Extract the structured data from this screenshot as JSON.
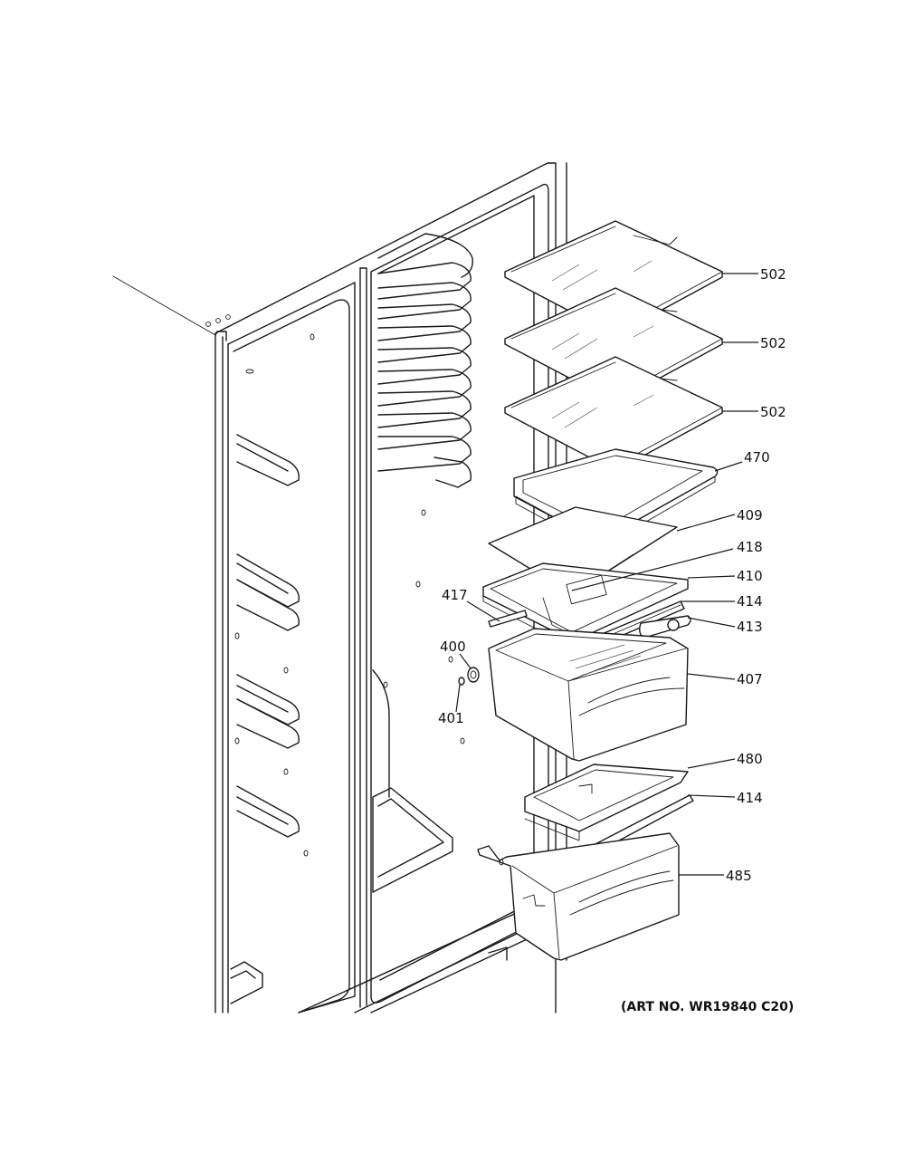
{
  "callouts": [
    {
      "id": "c1",
      "label": "502"
    },
    {
      "id": "c2",
      "label": "502"
    },
    {
      "id": "c3",
      "label": "502"
    },
    {
      "id": "c4",
      "label": "470"
    },
    {
      "id": "c5",
      "label": "409"
    },
    {
      "id": "c6",
      "label": "418"
    },
    {
      "id": "c7",
      "label": "410"
    },
    {
      "id": "c8",
      "label": "417"
    },
    {
      "id": "c9",
      "label": "414"
    },
    {
      "id": "c10",
      "label": "413"
    },
    {
      "id": "c11",
      "label": "400"
    },
    {
      "id": "c12",
      "label": "407"
    },
    {
      "id": "c13",
      "label": "401"
    },
    {
      "id": "c14",
      "label": "480"
    },
    {
      "id": "c15",
      "label": "414"
    },
    {
      "id": "c16",
      "label": "485"
    }
  ],
  "art_number": "(ART NO. WR19840 C20)"
}
